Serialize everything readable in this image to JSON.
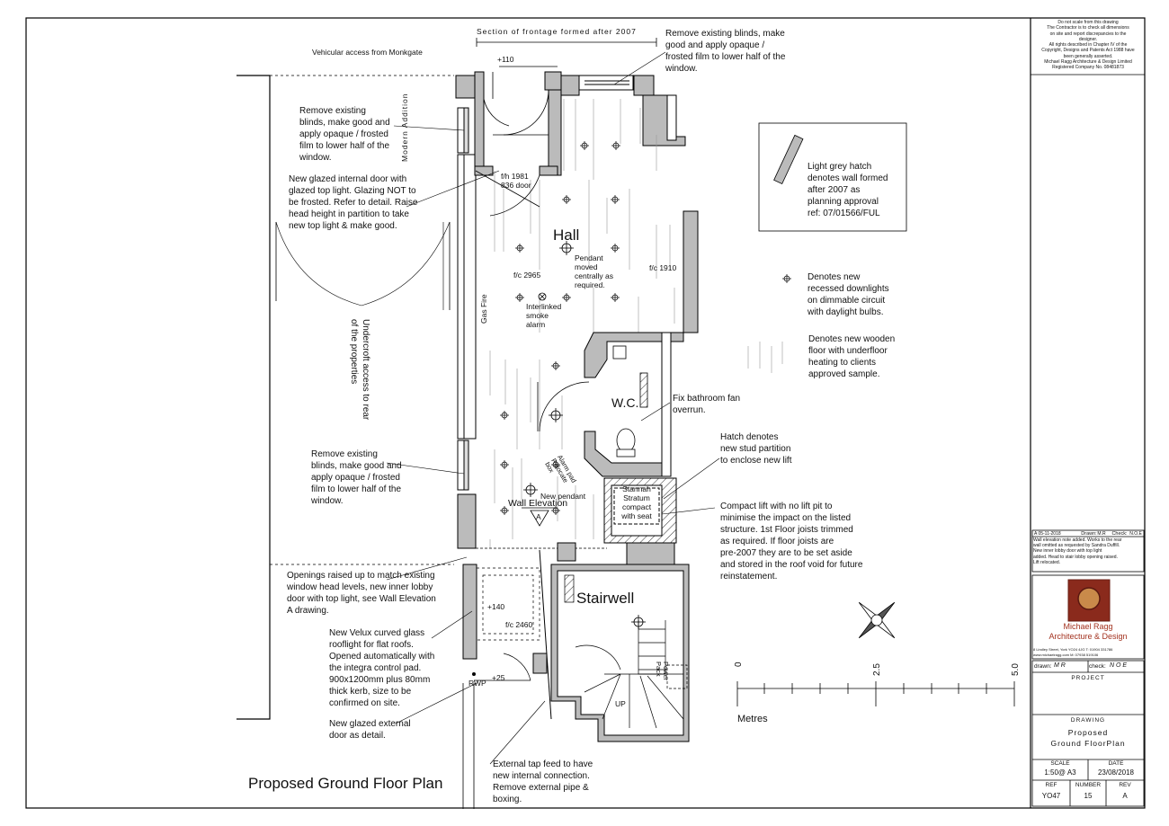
{
  "title": "Proposed Ground Floor Plan",
  "top": {
    "section_frontage": "Section of frontage formed after 2007",
    "vehicular": "Vehicular access from Monkgate",
    "modern_addition": "Modern Addition",
    "level_110": "+110"
  },
  "rooms": {
    "hall": "Hall",
    "wc": "W.C.",
    "stairwell": "Stairwell",
    "up": "UP"
  },
  "small_labels": {
    "fh1981": "f/h 1981\n836 door",
    "pendant": "Pendant\nmoved\ncentrally as\nrequired.",
    "fc2965": "f/c 2965",
    "fc1910": "f/c 1910",
    "gas_fire": "Gas Fire",
    "smoke": "Interlinked\nsmoke\nalarm",
    "alarm_pad": "Alarm pad\nRelocate\nbox",
    "new_pendant": "New pendant",
    "wall_elevation": "Wall Elevation",
    "elevation_letter": "A",
    "stannah": "Stannah\nStratum\ncompact\nwith seat",
    "level_140": "+140",
    "fc2460": "f/c 2460",
    "level_25": "+25",
    "rwp": "RWP",
    "power_pack": "Power\nPack"
  },
  "notes": {
    "remove_blinds_top": "Remove existing blinds, make\ngood and apply opaque /\nfrosted  film to lower half of the\nwindow.",
    "remove_blinds_left": "Remove existing\nblinds, make good and\napply opaque / frosted\nfilm to lower half of the\nwindow.",
    "new_glazed_door": "New glazed internal door with\nglazed top light.  Glazing NOT to\nbe frosted. Refer to detail. Raise\nhead height in partition to take\nnew top light & make good.",
    "undercroft": "Undercroft access to rear\nof the properties",
    "remove_blinds_lower": "Remove existing\nblinds, make good and\napply opaque / frosted\nfilm to lower half of the\nwindow.",
    "openings_raised": "Openings raised up to match existing\nwindow head levels, new inner lobby\ndoor  with top light, see Wall Elevation\nA drawing.",
    "velux": "New Velux curved glass\nrooflight for flat roofs.\nOpened automatically with\nthe integra control pad.\n900x1200mm plus 80mm\nthick kerb, size to be\nconfirmed on site.",
    "glazed_external": "New glazed external\ndoor as detail.",
    "external_tap": "External tap feed to have\nnew internal connection.\nRemove external pipe &\nboxing.",
    "fan": "Fix bathroom fan\noverrun.",
    "hatch_stud": "Hatch denotes\nnew stud partition\nto enclose new lift",
    "compact_lift": "Compact lift with no lift pit to\nminimise the impact on the listed\nstructure.  1st Floor joists trimmed\nas required.  If floor joists are\npre-2007 they are to be set aside\nand stored in the roof void for future\nreinstatement."
  },
  "legend": {
    "grey_hatch": "Light grey hatch\ndenotes wall formed\nafter 2007 as\nplanning approval\nref: 07/01566/FUL",
    "downlights": "Denotes new\nrecessed downlights\non dimmable circuit\nwith daylight bulbs.",
    "wooden_floor": "Denotes new wooden\nfloor with underfloor\nheating to clients\napproved sample."
  },
  "scale_bar": {
    "ticks": [
      "0",
      "2.5",
      "5.0"
    ],
    "unit": "Metres"
  },
  "title_block": {
    "disclaimer": "Do not scale from this drawing\nThe Contractor is to check all dimensions\non site and report discrepancies to the\ndesigner.\nAll rights described in Chapter IV of the\nCopyright, Designs and Patents Act 1988 have\nbeen generally asserted.\nMichael Ragg Architecture & Design Limited\nRegistered Company No. 08481873",
    "rev_row": "A     05-11-2018",
    "drawn_label": "Drawn:",
    "drawn_initials": "M.R",
    "check_label": "Check:",
    "check_initials": "N.O.E",
    "rev_note": "Wall elevation note added.  Works to the rear\nwall omitted as requested by Sandra Duffill.\nNew inner lobby door with top light\nadded. Head to stair lobby opening raised.\nLift relocated.",
    "company_line1": "Michael Ragg",
    "company_line2": "Architecture & Design",
    "address": "8 Lindley Street, York  YO24 4JG        T: 01904 331786",
    "web": "www.michaelragg.com                              M: 07938 519106",
    "drawn_field": "drawn:",
    "drawn_val": "M R",
    "check_field": "check:",
    "check_val": "N O E",
    "project_label": "PROJECT",
    "drawing_label": "DRAWING",
    "drawing_name": "Proposed\nGround FloorPlan",
    "scale_label": "SCALE",
    "scale_val": "1:50@ A3",
    "date_label": "DATE",
    "date_val": "23/08/2018",
    "ref_label": "REF",
    "ref_val": "YO47",
    "number_label": "NUMBER",
    "number_val": "15",
    "rev_label": "REV",
    "rev_val": "A"
  }
}
